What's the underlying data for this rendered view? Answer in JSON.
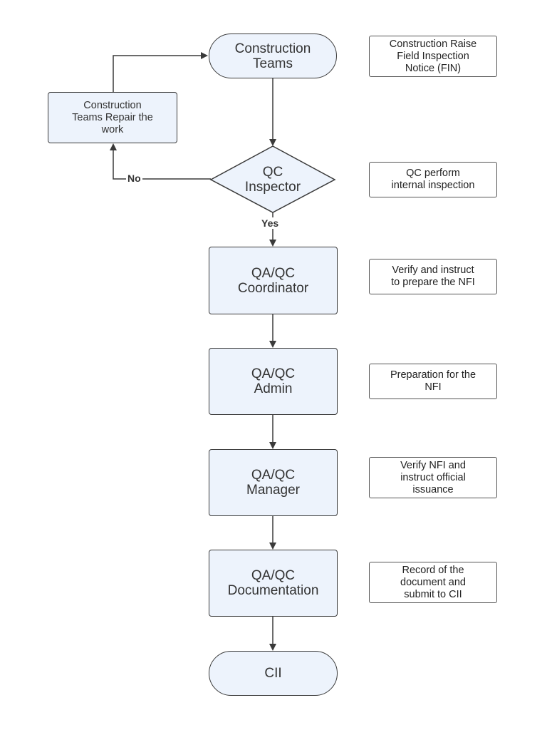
{
  "nodes": {
    "construction_teams": "Construction\nTeams",
    "repair": "Construction\nTeams Repair the\nwork",
    "qc_inspector": "QC\nInspector",
    "qaqc_coordinator": "QA/QC\nCoordinator",
    "qaqc_admin": "QA/QC\nAdmin",
    "qaqc_manager": "QA/QC\nManager",
    "qaqc_documentation": "QA/QC\nDocumentation",
    "cii": "CII"
  },
  "notes": {
    "construction_teams": "Construction Raise\nField Inspection\nNotice (FIN)",
    "qc_inspector": "QC perform\ninternal inspection",
    "qaqc_coordinator": "Verify and instruct\nto prepare the NFI",
    "qaqc_admin": "Preparation for the\nNFI",
    "qaqc_manager": "Verify NFI and\ninstruct official\nissuance",
    "qaqc_documentation": "Record of the\ndocument and\nsubmit to CII"
  },
  "edge_labels": {
    "no": "No",
    "yes": "Yes"
  },
  "colors": {
    "node_fill": "#edf3fc",
    "stroke": "#3a3a3a"
  }
}
